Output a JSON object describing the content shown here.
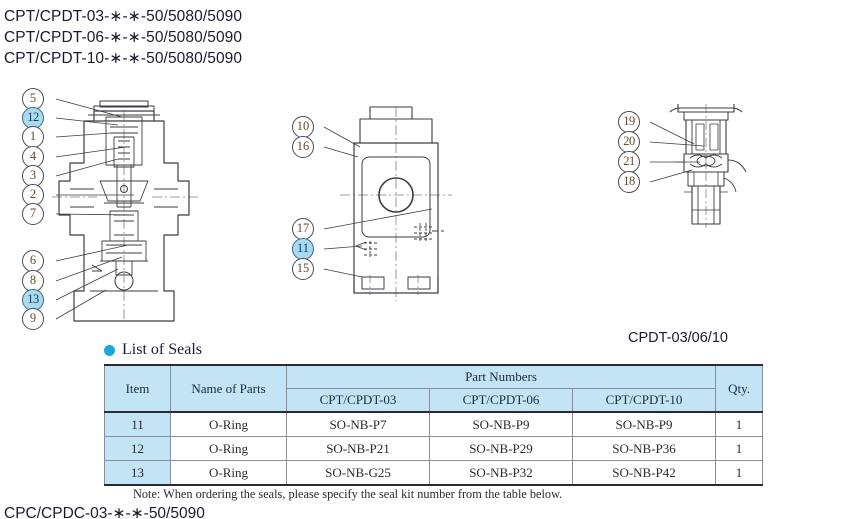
{
  "title": {
    "lines": [
      "CPT/CPDT-03-∗-∗-50/5080/5090",
      "CPT/CPDT-06-∗-∗-50/5080/5090",
      "CPT/CPDT-10-∗-∗-50/5080/5090"
    ]
  },
  "figures": {
    "left": {
      "callouts": [
        {
          "n": "5",
          "highlight": false
        },
        {
          "n": "12",
          "highlight": true
        },
        {
          "n": "1",
          "highlight": false
        },
        {
          "n": "4",
          "highlight": false
        },
        {
          "n": "3",
          "highlight": false
        },
        {
          "n": "2",
          "highlight": false
        },
        {
          "n": "7",
          "highlight": false
        },
        {
          "n": "6",
          "highlight": false
        },
        {
          "n": "8",
          "highlight": false
        },
        {
          "n": "13",
          "highlight": true
        },
        {
          "n": "9",
          "highlight": false
        }
      ]
    },
    "middle": {
      "callouts": [
        {
          "n": "10",
          "highlight": false
        },
        {
          "n": "16",
          "highlight": false
        },
        {
          "n": "17",
          "highlight": false
        },
        {
          "n": "11",
          "highlight": true
        },
        {
          "n": "15",
          "highlight": false
        }
      ]
    },
    "right": {
      "callouts": [
        {
          "n": "19",
          "highlight": false
        },
        {
          "n": "20",
          "highlight": false
        },
        {
          "n": "21",
          "highlight": false
        },
        {
          "n": "18",
          "highlight": false
        }
      ],
      "caption": "CPDT-03/06/10"
    }
  },
  "section": {
    "heading": "List of Seals"
  },
  "table": {
    "headers": {
      "item": "Item",
      "name_of_parts": "Name of Parts",
      "part_numbers": "Part Numbers",
      "qty": "Qty.",
      "models": [
        "CPT/CPDT-03",
        "CPT/CPDT-06",
        "CPT/CPDT-10"
      ]
    },
    "rows": [
      {
        "item": "11",
        "name": "O-Ring",
        "pn03": "SO-NB-P7",
        "pn06": "SO-NB-P9",
        "pn10": "SO-NB-P9",
        "qty": "1"
      },
      {
        "item": "12",
        "name": "O-Ring",
        "pn03": "SO-NB-P21",
        "pn06": "SO-NB-P29",
        "pn10": "SO-NB-P36",
        "qty": "1"
      },
      {
        "item": "13",
        "name": "O-Ring",
        "pn03": "SO-NB-G25",
        "pn06": "SO-NB-P32",
        "pn10": "SO-NB-P42",
        "qty": "1"
      }
    ]
  },
  "note": "Note: When ordering the seals, please specify the seal kit number from the table below.",
  "bottom_cut_text": "CPC/CPDC-03-∗-∗-50/5090",
  "colors": {
    "accent_bullet": "#1aa7e0",
    "table_header_bg": "#c3e4f5",
    "highlight_bubble": "#a8daf0",
    "line": "#4a4a52"
  }
}
